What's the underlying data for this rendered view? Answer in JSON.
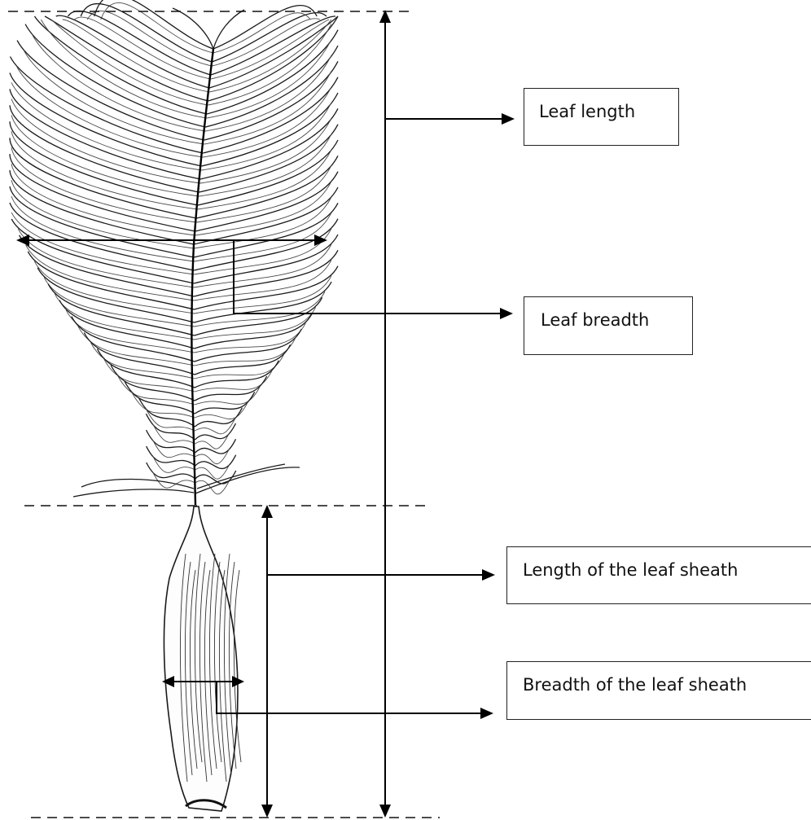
{
  "labels": {
    "leaf_length": "Leaf length",
    "leaf_breadth": "Leaf breadth",
    "sheath_length": "Length of the leaf sheath",
    "sheath_breadth": "Breadth of the leaf sheath"
  },
  "colors": {
    "ink": "#000000",
    "background": "#ffffff"
  }
}
